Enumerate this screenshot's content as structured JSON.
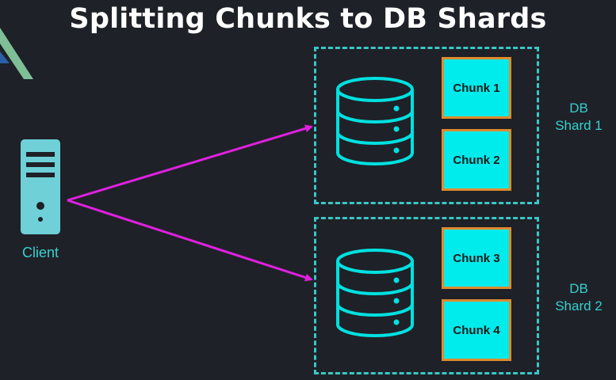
{
  "title": "Splitting Chunks to DB Shards",
  "client": {
    "label": "Client"
  },
  "shards": [
    {
      "label_line1": "DB",
      "label_line2": "Shard 1",
      "chunks": [
        "Chunk 1",
        "Chunk 2"
      ]
    },
    {
      "label_line1": "DB",
      "label_line2": "Shard 2",
      "chunks": [
        "Chunk 3",
        "Chunk 4"
      ]
    }
  ],
  "colors": {
    "background": "#1e2127",
    "accent_cyan": "#36c8c8",
    "chunk_fill": "#00ebeb",
    "chunk_border": "#e08a2e",
    "arrow": "#e020e0"
  },
  "icons": [
    "server-icon",
    "database-icon"
  ]
}
